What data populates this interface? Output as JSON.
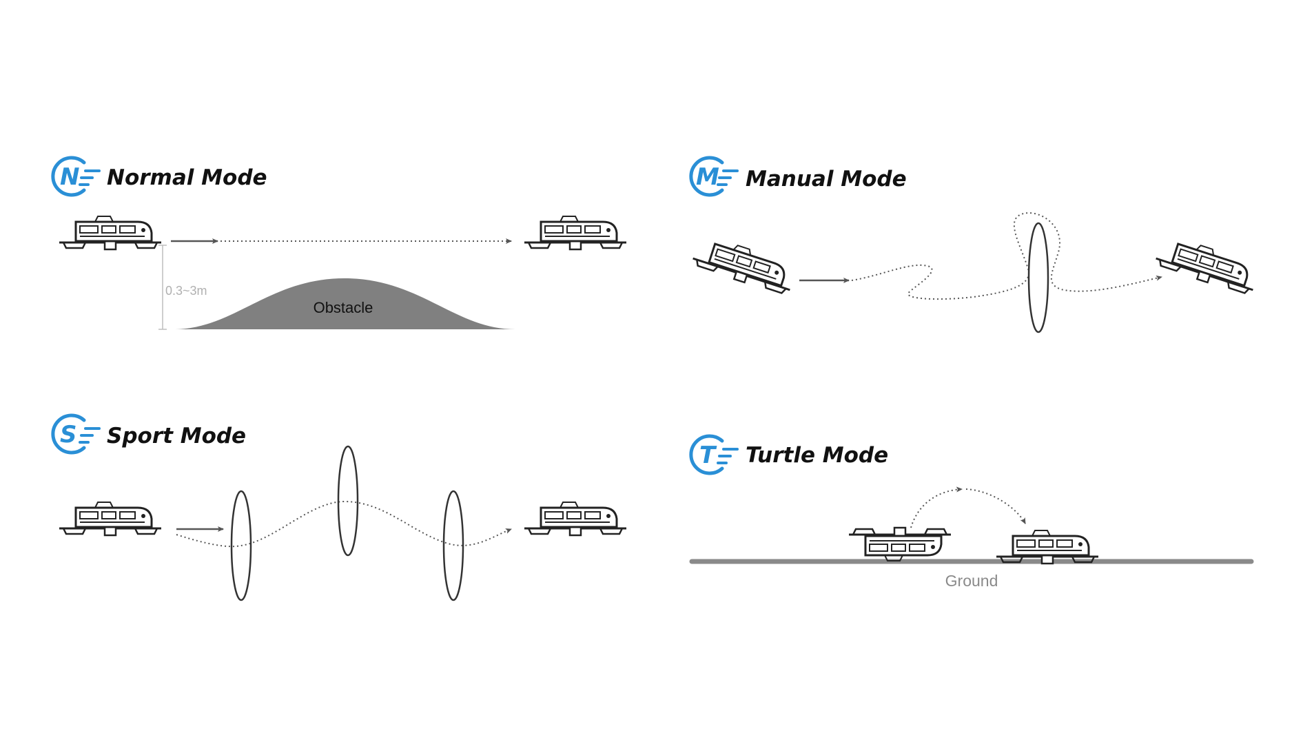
{
  "colors": {
    "accent": "#2a8fd6",
    "line": "#555555",
    "obstacle": "#7f7f7f",
    "ground": "#8a8a8a",
    "light_text": "#b0b0b0"
  },
  "modes": {
    "normal": {
      "badge_letter": "N",
      "title": "Normal Mode",
      "height_label": "0.3~3m",
      "obstacle_label": "Obstacle"
    },
    "manual": {
      "badge_letter": "M",
      "title": "Manual Mode"
    },
    "sport": {
      "badge_letter": "S",
      "title": "Sport Mode"
    },
    "turtle": {
      "badge_letter": "T",
      "title": "Turtle Mode",
      "ground_label": "Ground"
    }
  }
}
